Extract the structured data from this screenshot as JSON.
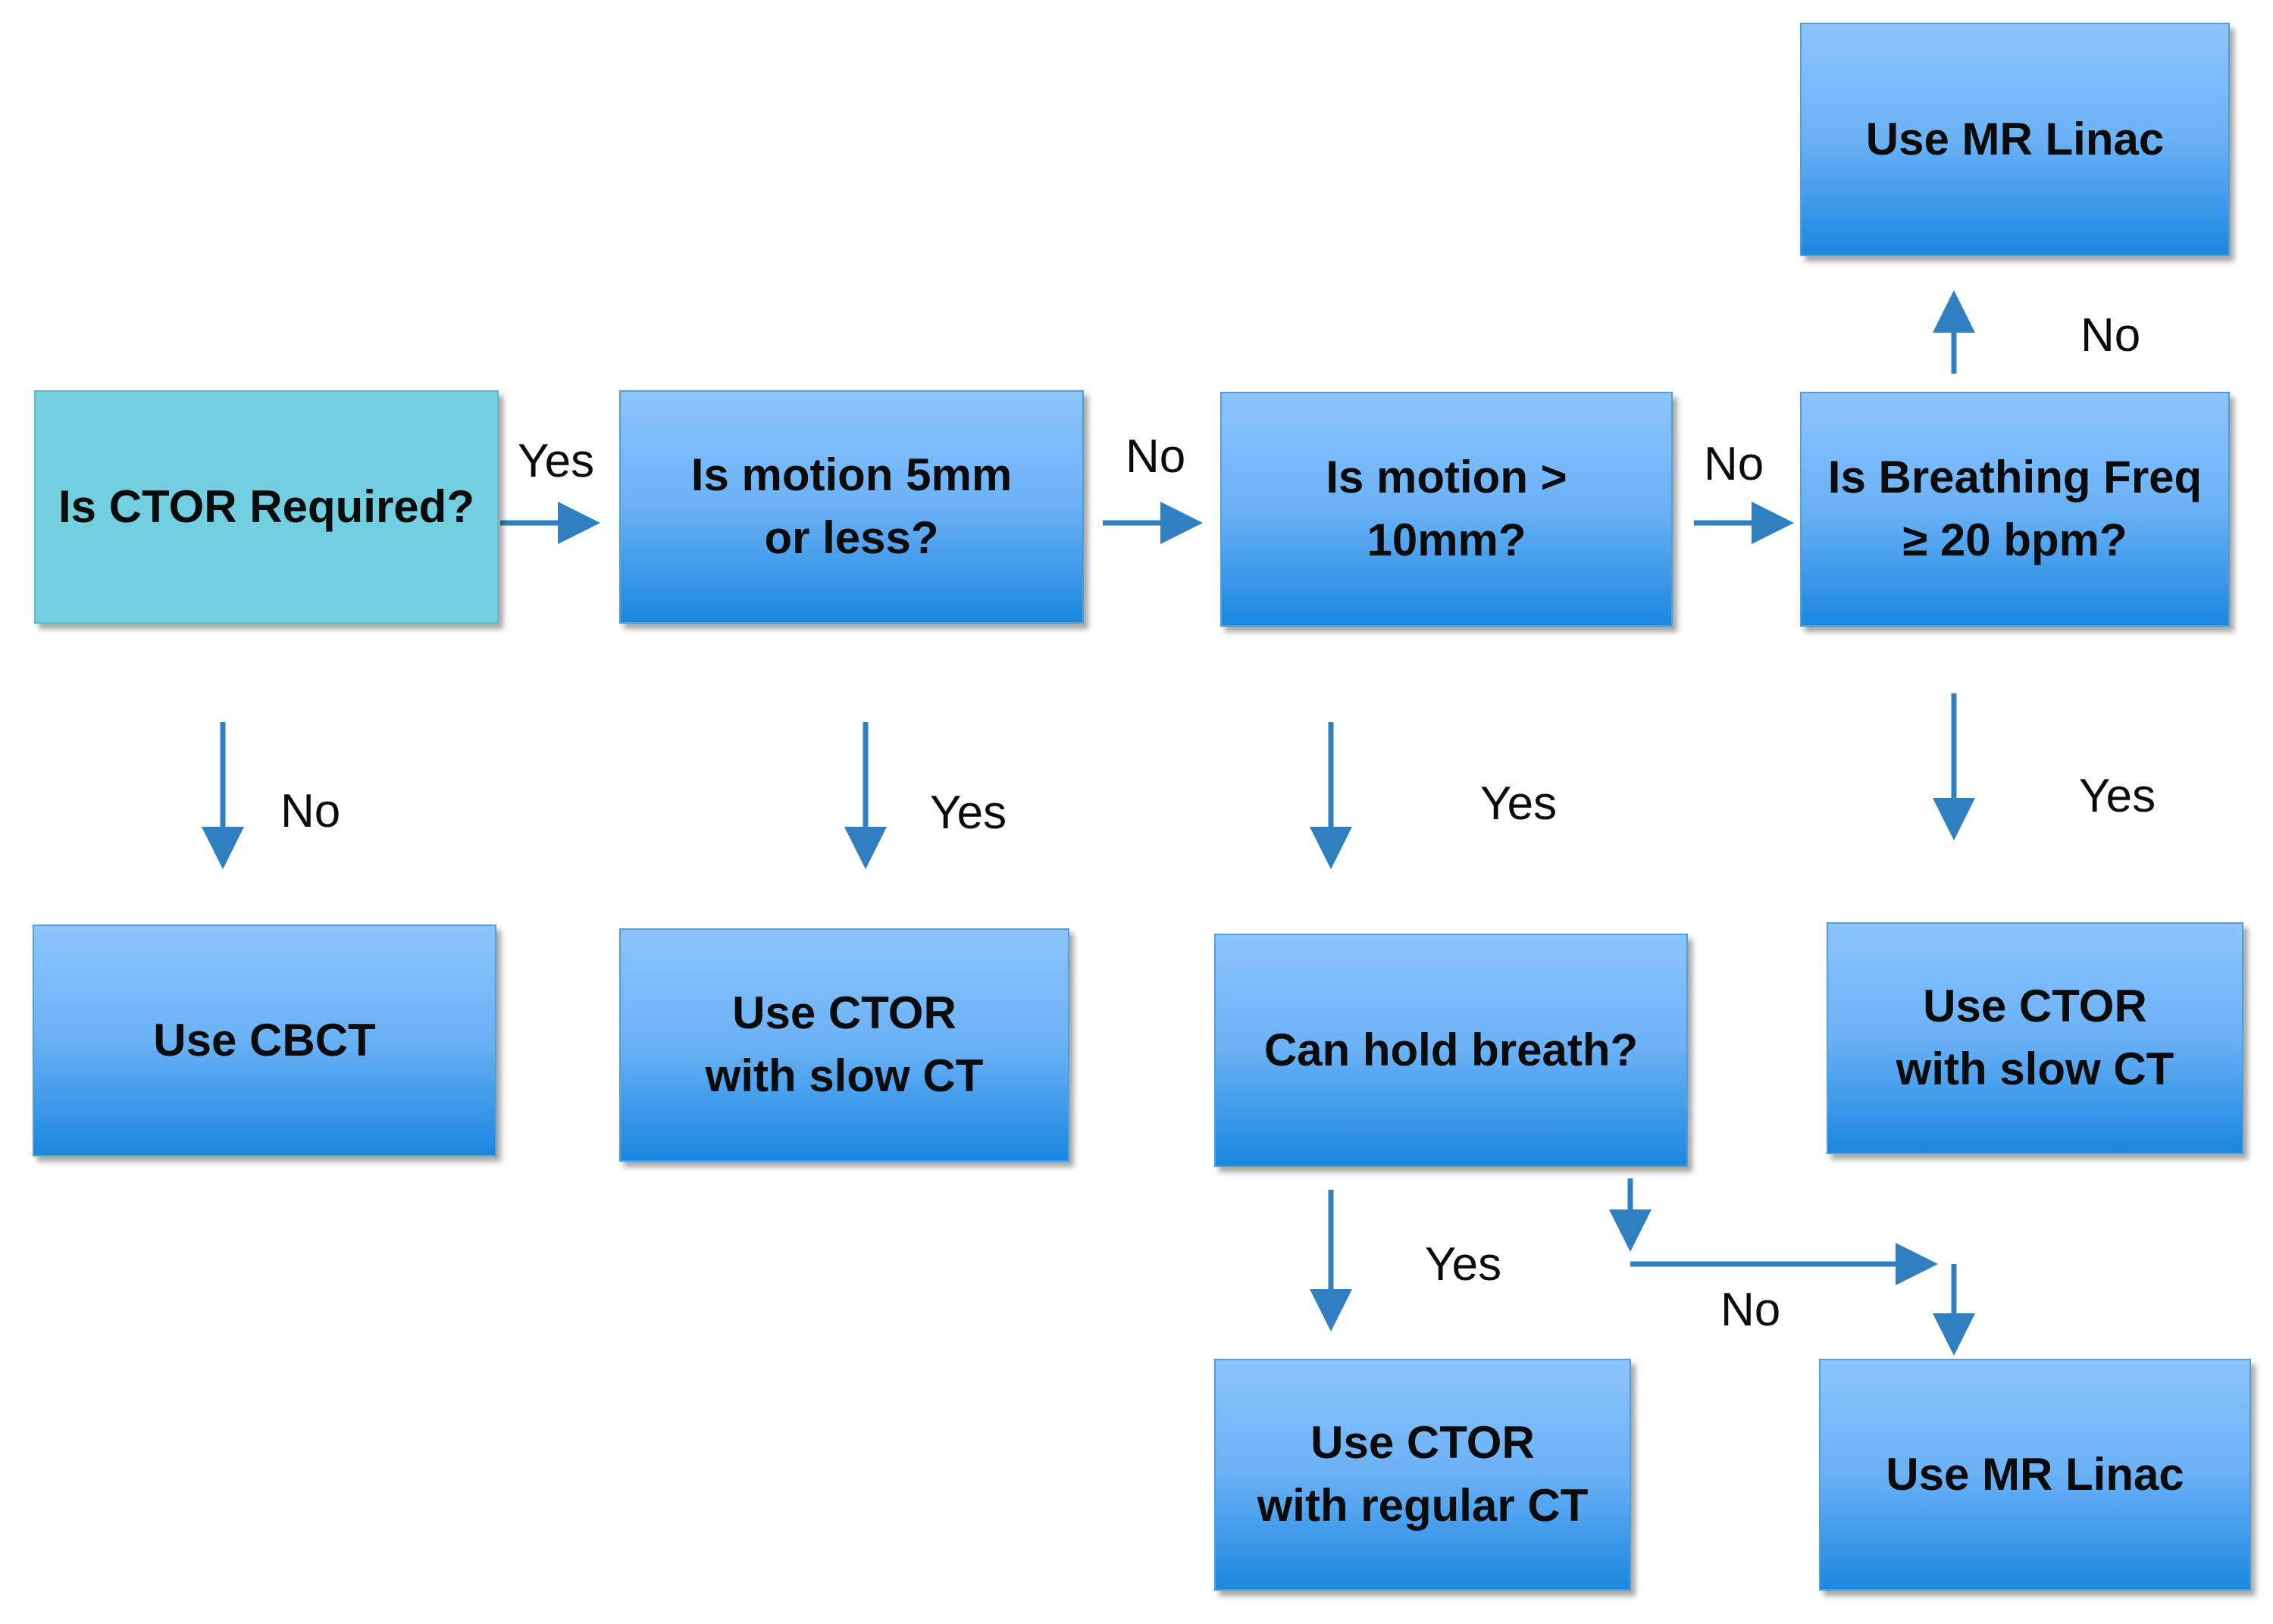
{
  "nodes": {
    "q_ctor_required": "Is CTOR Required?",
    "q_motion_5mm": "Is motion 5mm\nor less?",
    "q_motion_10mm": "Is motion >\n10mm?",
    "q_breathing_freq": "Is Breathing Freq\n≥ 20 bpm?",
    "use_mr_linac_top": "Use MR Linac",
    "use_cbct": "Use CBCT",
    "use_ctor_slow_ct_1": "Use CTOR\nwith slow CT",
    "q_hold_breath": "Can hold breath?",
    "use_ctor_slow_ct_2": "Use CTOR\nwith slow CT",
    "use_ctor_regular_ct": "Use CTOR\nwith regular CT",
    "use_mr_linac_bottom": "Use MR Linac"
  },
  "edges": {
    "ctor_to_motion5_yes": "Yes",
    "motion5_to_motion10_no": "No",
    "motion10_to_breathing_no": "No",
    "breathing_to_mrlinac_no": "No",
    "ctor_to_cbct_no": "No",
    "motion5_to_slowct_yes": "Yes",
    "motion10_to_holdbreath_yes": "Yes",
    "breathing_to_slowct_yes": "Yes",
    "holdbreath_to_regularct_yes": "Yes",
    "holdbreath_to_mrlinac_no": "No"
  },
  "colors": {
    "start_node": "#72cfdf",
    "process_node_top": "#8cc5ff",
    "process_node_bottom": "#1b87e0",
    "arrow": "#2f7fc1"
  }
}
